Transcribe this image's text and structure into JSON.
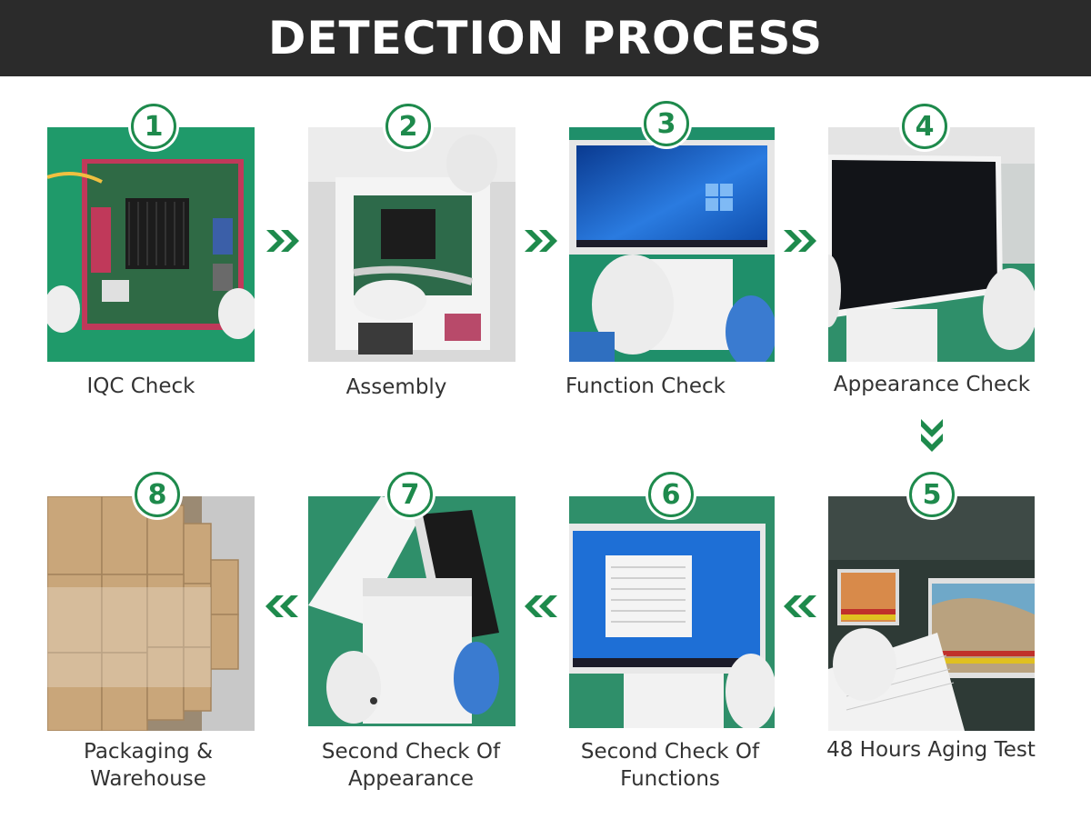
{
  "header": {
    "title": "DETECTION PROCESS"
  },
  "colors": {
    "accent": "#1e8a4c",
    "banner": "#2b2b2b",
    "text": "#333333"
  },
  "steps": [
    {
      "number": "1",
      "label": "IQC Check"
    },
    {
      "number": "2",
      "label": "Assembly"
    },
    {
      "number": "3",
      "label": "Function Check"
    },
    {
      "number": "4",
      "label": "Appearance Check"
    },
    {
      "number": "5",
      "label": "48 Hours Aging Test"
    },
    {
      "number": "6",
      "label": "Second Check Of Functions"
    },
    {
      "number": "7",
      "label": "Second Check Of Appearance"
    },
    {
      "number": "8",
      "label": "Packaging & Warehouse"
    }
  ],
  "arrows": {
    "right": "double-chevron-right-icon",
    "down": "double-chevron-down-icon",
    "left": "double-chevron-left-icon"
  }
}
